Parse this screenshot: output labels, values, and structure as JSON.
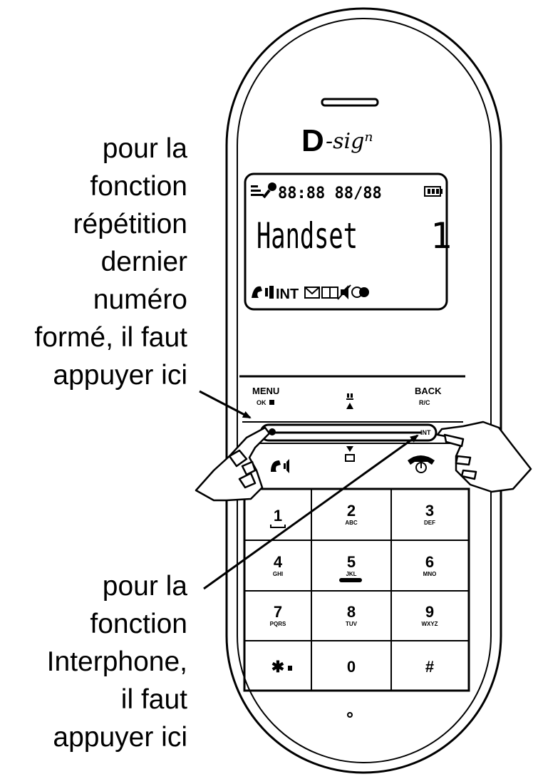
{
  "brand": {
    "logo_letter": "D",
    "logo_rest": "-sigⁿ"
  },
  "display": {
    "status_digits": "88:88 88/88",
    "main_text": "Handset",
    "handset_number": "1",
    "bottom_int_label": "INT"
  },
  "softkeys": {
    "left_label": "MENU",
    "left_sub": "OK",
    "right_label": "BACK",
    "right_sub": "R/C",
    "int_small": "INT"
  },
  "keypad": [
    {
      "digit": "1",
      "letters": ""
    },
    {
      "digit": "2",
      "letters": "ABC"
    },
    {
      "digit": "3",
      "letters": "DEF"
    },
    {
      "digit": "4",
      "letters": "GHI"
    },
    {
      "digit": "5",
      "letters": "JKL"
    },
    {
      "digit": "6",
      "letters": "MNO"
    },
    {
      "digit": "7",
      "letters": "PQRS"
    },
    {
      "digit": "8",
      "letters": "TUV"
    },
    {
      "digit": "9",
      "letters": "WXYZ"
    },
    {
      "digit": "✱",
      "letters": ""
    },
    {
      "digit": "0",
      "letters": ""
    },
    {
      "digit": "#",
      "letters": ""
    }
  ],
  "annotations": {
    "redial_lines": [
      "pour la",
      "fonction",
      "répétition",
      "dernier",
      "numéro",
      "formé, il faut",
      "appuyer ici"
    ],
    "intercom_lines": [
      "pour la",
      "fonction",
      "Interphone,",
      "il faut",
      "appuyer ici"
    ]
  }
}
